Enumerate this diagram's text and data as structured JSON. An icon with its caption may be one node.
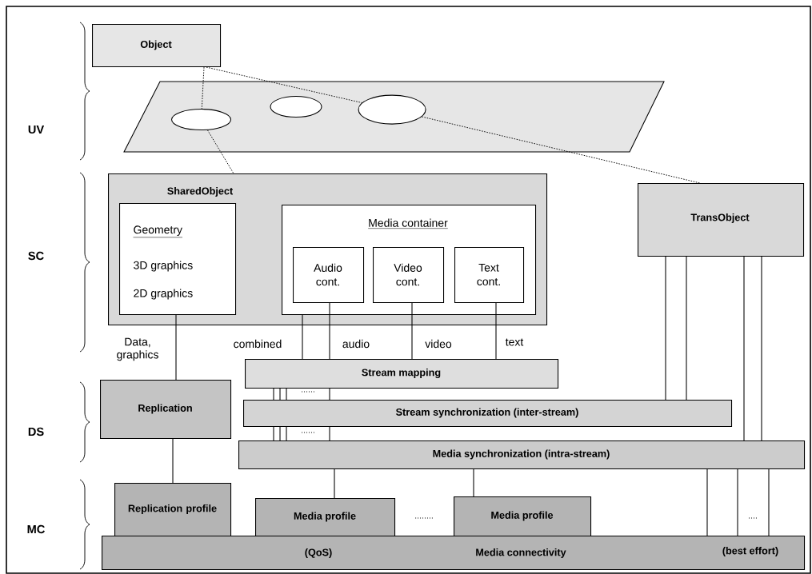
{
  "diagram": {
    "nodes": [
      {
        "text": [
          "Object"
        ]
      },
      {
        "text": [],
        "shape": "parallelogram"
      },
      {
        "text": [],
        "shape": "ellipse",
        "in": 1
      },
      {
        "text": [],
        "shape": "ellipse",
        "in": 1
      },
      {
        "text": [],
        "shape": "ellipse",
        "in": 1
      },
      {
        "text": [
          "SharedObject"
        ]
      },
      {
        "text": [
          "Geometry",
          "3D graphics",
          "2D graphics"
        ],
        "in": 5
      },
      {
        "text": [
          "Media container"
        ],
        "in": 5
      },
      {
        "text": [
          "Audio cont."
        ],
        "in": 7
      },
      {
        "text": [
          "Video cont."
        ],
        "in": 7
      },
      {
        "text": [
          "Text cont."
        ],
        "in": 7
      },
      {
        "text": [
          "TransObject"
        ]
      },
      {
        "text": [
          "Stream mapping"
        ]
      },
      {
        "text": [
          "Replication"
        ]
      },
      {
        "text": [
          "Stream synchronization (inter-stream)"
        ]
      },
      {
        "text": [
          "Media synchronization (intra-stream)"
        ]
      },
      {
        "text": [
          "Replication profile"
        ]
      },
      {
        "text": [
          "Media profile"
        ]
      },
      {
        "text": [
          "Media profile"
        ]
      },
      {
        "text": [
          "(QoS)",
          "Media connectivity",
          "(best effort)"
        ]
      }
    ],
    "edges": [
      {
        "from": 0,
        "to": 2,
        "arrow": "none",
        "style": "dashed"
      },
      {
        "from": 2,
        "to": 5,
        "arrow": "none",
        "style": "dashed"
      },
      {
        "from": 0,
        "to": 4,
        "arrow": "none",
        "style": "dashed"
      },
      {
        "from": 4,
        "to": 11,
        "arrow": "none",
        "style": "dashed"
      },
      {
        "from": 6,
        "to": 13,
        "arrow": "none",
        "label": "Data, graphics"
      },
      {
        "from": 7,
        "to": 12,
        "arrow": "none",
        "label": "combined"
      },
      {
        "from": 8,
        "to": 12,
        "arrow": "none",
        "label": "audio"
      },
      {
        "from": 9,
        "to": 12,
        "arrow": "none",
        "label": "video"
      },
      {
        "from": 10,
        "to": 12,
        "arrow": "none",
        "label": "text"
      },
      {
        "from": 12,
        "to": 14,
        "arrow": "none"
      },
      {
        "from": 12,
        "to": 14,
        "arrow": "none"
      },
      {
        "from": 12,
        "to": 14,
        "arrow": "none"
      },
      {
        "from": 12,
        "to": 14,
        "arrow": "none"
      },
      {
        "from": 14,
        "to": 15,
        "arrow": "none"
      },
      {
        "from": 14,
        "to": 15,
        "arrow": "none"
      },
      {
        "from": 14,
        "to": 15,
        "arrow": "none"
      },
      {
        "from": 14,
        "to": 15,
        "arrow": "none"
      },
      {
        "from": 11,
        "to": 14,
        "arrow": "none"
      },
      {
        "from": 11,
        "to": 14,
        "arrow": "none"
      },
      {
        "from": 11,
        "to": 15,
        "arrow": "none"
      },
      {
        "from": 11,
        "to": 15,
        "arrow": "none"
      },
      {
        "from": 13,
        "to": 16,
        "arrow": "none"
      },
      {
        "from": 15,
        "to": 17,
        "arrow": "none"
      },
      {
        "from": 15,
        "to": 18,
        "arrow": "none"
      },
      {
        "from": 15,
        "to": 19,
        "arrow": "none"
      },
      {
        "from": 15,
        "to": 19,
        "arrow": "none"
      },
      {
        "from": 15,
        "to": 19,
        "arrow": "none"
      }
    ],
    "labels": [
      "UV",
      "SC",
      "DS",
      "MC",
      "......",
      "......",
      "........",
      "...."
    ]
  }
}
